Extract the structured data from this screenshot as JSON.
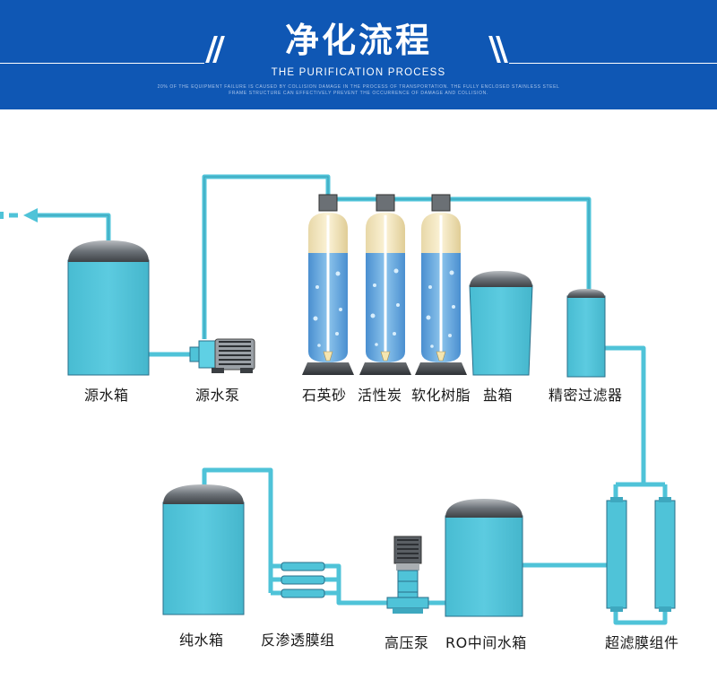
{
  "header": {
    "title": "净化流程",
    "subtitle": "THE PURIFICATION PROCESS",
    "fine_print_line1": "20% OF THE EQUIPMENT FAILURE IS CAUSED BY COLLISION DAMAGE IN THE PROCESS OF TRANSPORTATION. THE FULLY ENCLOSED STAINLESS STEEL",
    "fine_print_line2": "FRAME STRUCTURE CAN EFFECTIVELY PREVENT THE OCCURRENCE OF DAMAGE AND COLLISION."
  },
  "labels": {
    "source_tank": "源水箱",
    "source_pump": "源水泵",
    "quartz_sand": "石英砂",
    "activated_carbon": "活性炭",
    "softening_resin": "软化树脂",
    "salt_tank": "盐箱",
    "precision_filter": "精密过滤器",
    "pure_water_tank": "纯水箱",
    "ro_membrane": "反渗透膜组",
    "high_pressure_pump": "高压泵",
    "ro_middle_tank": "RO中间水箱",
    "uf_membrane": "超滤膜组件"
  },
  "colors": {
    "banner": "#0f57b4",
    "tank": "#4fc3d8",
    "pipe": "#4fc3d8",
    "outline": "#2a6f8a",
    "cap": "#7d8388",
    "label": "#1a1a1a"
  }
}
